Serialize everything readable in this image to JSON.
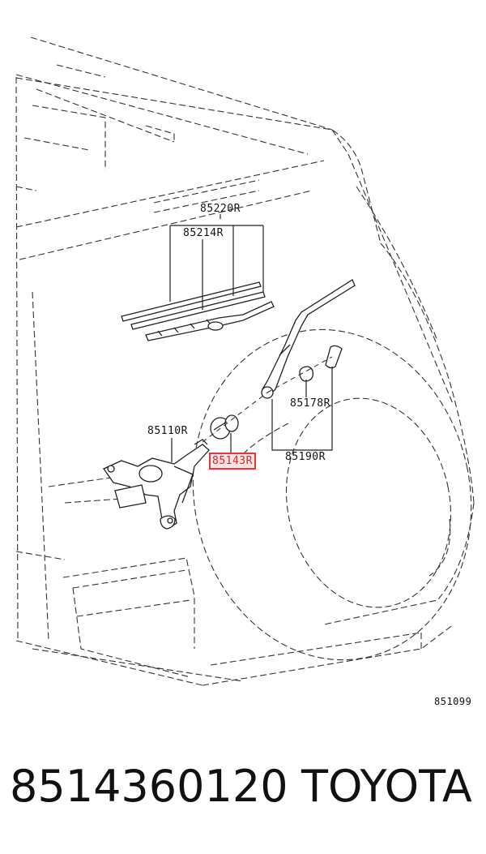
{
  "labels": {
    "blade_assembly": "85220R",
    "blade_rubber": "85214R",
    "motor": "85110R",
    "grommet": "85143R",
    "cap": "85178R",
    "arm": "85190R",
    "figure_code": "851099"
  },
  "footer": {
    "part_number": "8514360120",
    "brand": "TOYOTA"
  },
  "colors": {
    "highlight_border": "#e0393e",
    "highlight_fill": "#fbe3e3",
    "line": "#222222"
  }
}
